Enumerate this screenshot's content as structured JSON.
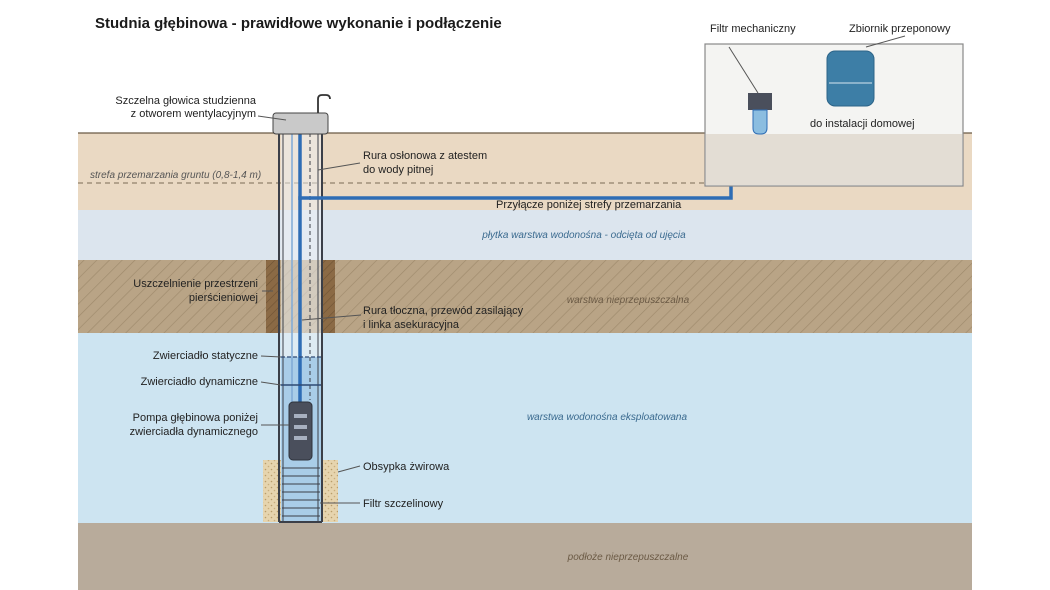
{
  "title": "Studnia głębinowa - prawidłowe wykonanie i podłączenie",
  "layers": {
    "frost_zone": "strefa przemarzania gruntu (0,8-1,4 m)",
    "shallow_aquifer": "płytka warstwa wodonośna - odcięta od ujęcia",
    "impermeable_layer": "warstwa nieprzepuszczalna",
    "exploited_aquifer": "warstwa wodonośna eksploatowana",
    "impermeable_bedrock": "podłoże nieprzepuszczalne"
  },
  "labels": {
    "well_head_line1": "Szczelna głowica studzienna",
    "well_head_line2": "z otworem wentylacyjnym",
    "casing_line1": "Rura osłonowa z atestem",
    "casing_line2": "do wody pitnej",
    "connection": "Przyłącze poniżej strefy przemarzania",
    "seal_line1": "Uszczelnienie przestrzeni",
    "seal_line2": "pierścieniowej",
    "pressure_pipe_line1": "Rura tłoczna, przewód zasilający",
    "pressure_pipe_line2": "i linka asekuracyjna",
    "static_level": "Zwierciadło statyczne",
    "dynamic_level": "Zwierciadło dynamiczne",
    "pump_line1": "Pompa głębinowa poniżej",
    "pump_line2": "zwierciadła dynamicznego",
    "gravel_pack": "Obsypka żwirowa",
    "slotted_filter": "Filtr szczelinowy",
    "mechanical_filter": "Filtr mechaniczny",
    "pressure_tank": "Zbiornik przeponowy",
    "home_installation": "do instalacji domowej"
  },
  "colors": {
    "soil_top": "#ead9c3",
    "shallow_water": "#dce5ee",
    "impermeable": "#b9a486",
    "exploited_water": "#cde4f1",
    "bedrock": "#b8ab9b",
    "pipe_blue": "#2e6db5",
    "tank": "#3d7ea6",
    "seal": "#8b6a45",
    "gravel": "#e6d4ae"
  }
}
